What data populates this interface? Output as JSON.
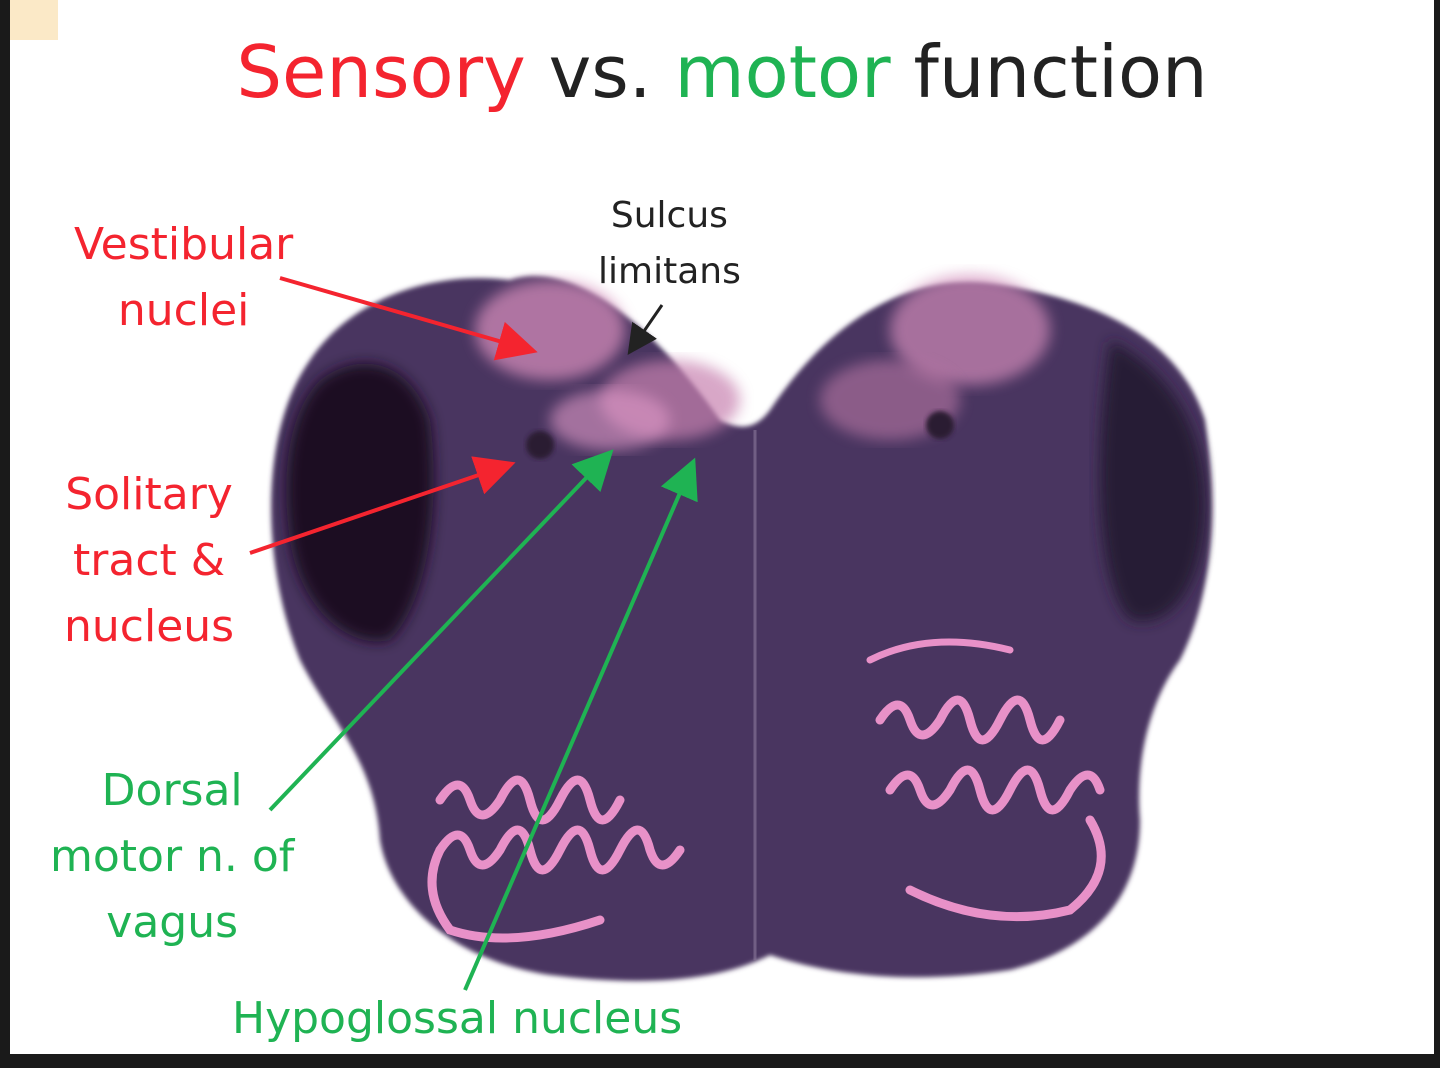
{
  "title": {
    "sensory": "Sensory",
    "vs": "vs.",
    "motor": "motor",
    "function": "function"
  },
  "labels": {
    "vestibular": [
      "Vestibular",
      "nuclei"
    ],
    "solitary": [
      "Solitary",
      "tract &",
      "nucleus"
    ],
    "dorsal_motor": [
      "Dorsal",
      "motor n. of",
      "vagus"
    ],
    "hypoglossal": "Hypoglossal nucleus",
    "sulcus": [
      "Sulcus",
      "limitans"
    ]
  },
  "colors": {
    "sensory": "#f4242f",
    "motor": "#1fb353",
    "neutral": "#222222",
    "stain_dark": "#3e2a4c",
    "stain_pink": "#e48fc4"
  }
}
